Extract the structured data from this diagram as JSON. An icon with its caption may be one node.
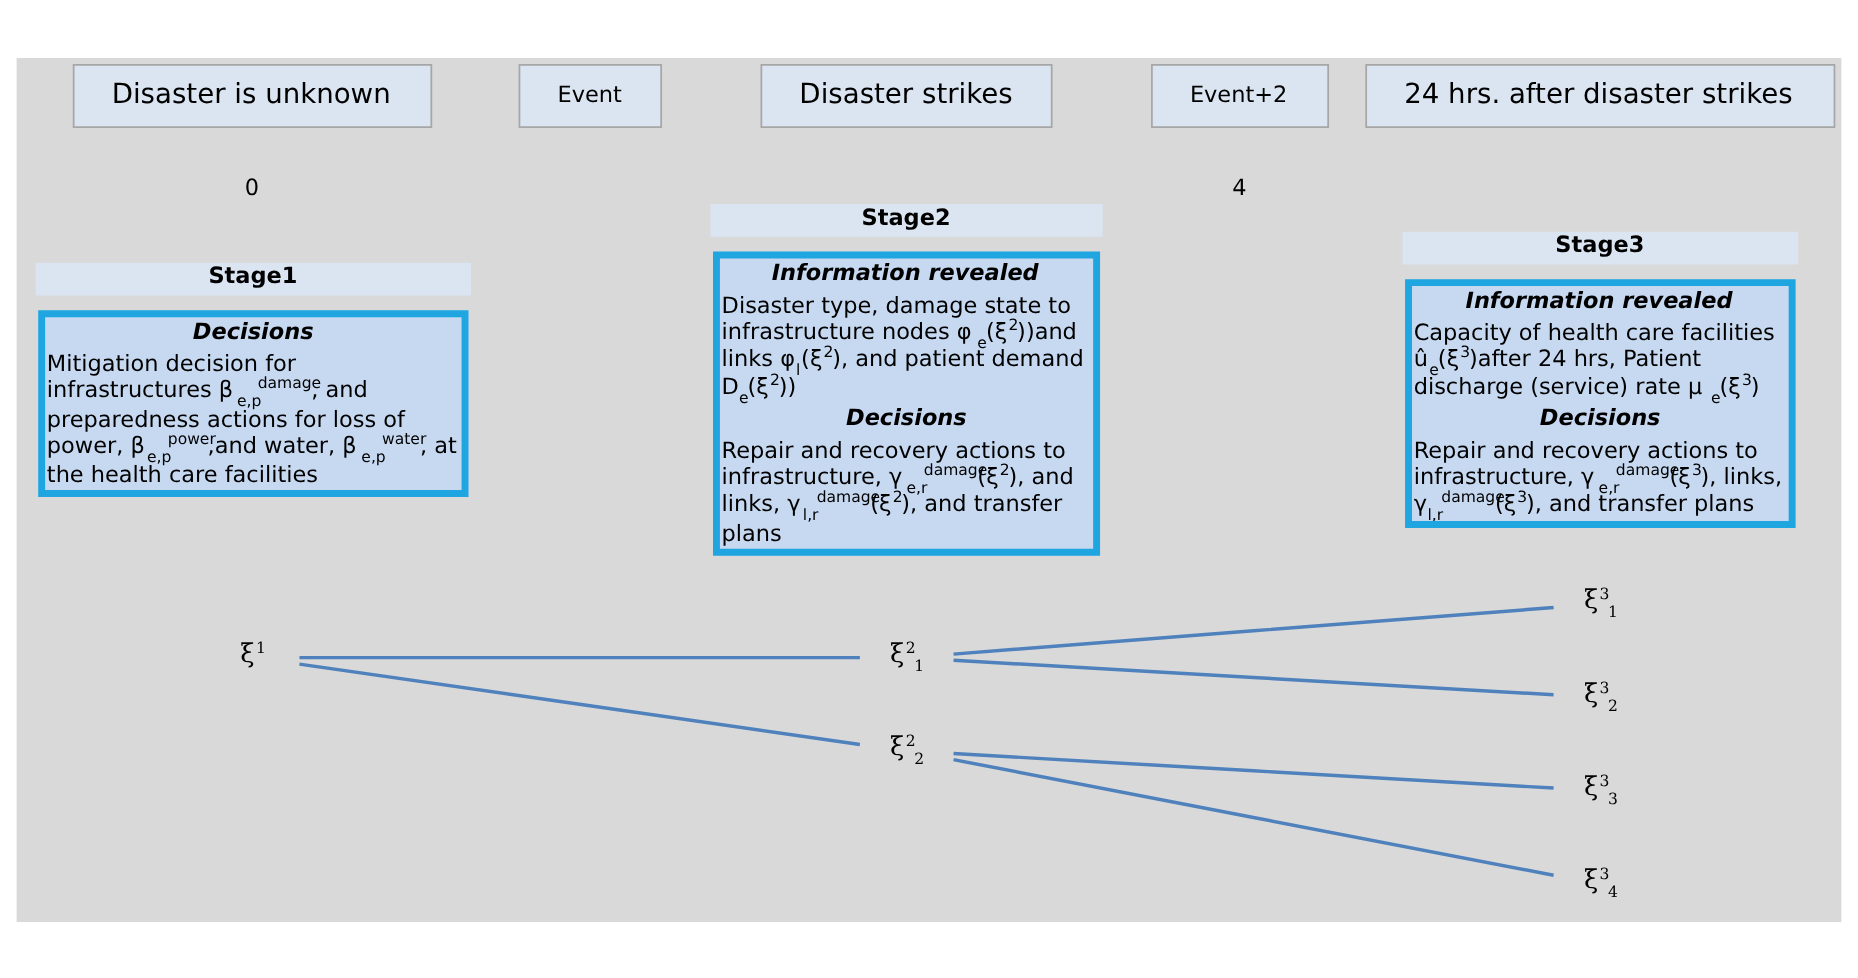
{
  "diagram": {
    "nodes": [
      {
        "text": [
          "Disaster is unknown"
        ]
      },
      {
        "text": [
          "Disaster strikes"
        ]
      },
      {
        "text": [
          "24 hrs. after disaster strikes"
        ]
      },
      {
        "text": [
          "Event"
        ]
      },
      {
        "text": [
          "Event+2"
        ]
      },
      {
        "text": [
          "Stage1",
          "Decisions",
          "Mitigation decision for infrastructures β$_{e,p}$$^{damage}$, and preparedness actions for loss of power, β$_{e,p}$$^{power}$,and water, β$_{e,p}$$^{water}$, at the health care facilities"
        ]
      },
      {
        "text": [
          "Stage2",
          "Information revealed",
          "Disaster type, damage state to infrastructure nodes φ$_{e}$(ξ$^{2}$))and links φ$_{l}$(ξ$^{2}$), and patient demand D$_{e}$(ξ$^{2}$))",
          "Decisions",
          "Repair and recovery actions to infrastructure, γ$_{e,r}$$^{damage}$(ξ$^{2}$), and links, γ$_{l,r}$$^{damage}$(ξ$^{2}$), and transfer plans"
        ]
      },
      {
        "text": [
          "Stage3",
          "Information revealed",
          "Capacity of health care facilities û$_{e}$(ξ$^{3}$)after 24 hrs, Patient discharge (service) rate μ$_{e}$(ξ$^{3}$)",
          "Decisions",
          "Repair and recovery actions to infrastructure, γ$_{e,r}$$^{damage}$(ξ$^{3}$), links, γ$_{l,r}$$^{damage}$(ξ$^{3}$), and transfer plans"
        ]
      },
      {
        "text": [
          "ξ$^{1}$"
        ]
      },
      {
        "text": [
          "ξ$^{2}$$_{1}$"
        ]
      },
      {
        "text": [
          "ξ$^{2}$$_{2}$"
        ]
      },
      {
        "text": [
          "ξ$^{3}$$_{1}$"
        ]
      },
      {
        "text": [
          "ξ$^{3}$$_{2}$"
        ]
      },
      {
        "text": [
          "ξ$^{3}$$_{3}$"
        ]
      },
      {
        "text": [
          "ξ$^{3}$$_{4}$"
        ]
      }
    ],
    "edges": [
      {
        "from": 8,
        "to": 9,
        "arrow": "none"
      },
      {
        "from": 8,
        "to": 10,
        "arrow": "none"
      },
      {
        "from": 9,
        "to": 11,
        "arrow": "none"
      },
      {
        "from": 9,
        "to": 12,
        "arrow": "none"
      },
      {
        "from": 10,
        "to": 13,
        "arrow": "none"
      },
      {
        "from": 10,
        "to": 14,
        "arrow": "none"
      }
    ],
    "labels": [
      "0",
      "4"
    ]
  }
}
